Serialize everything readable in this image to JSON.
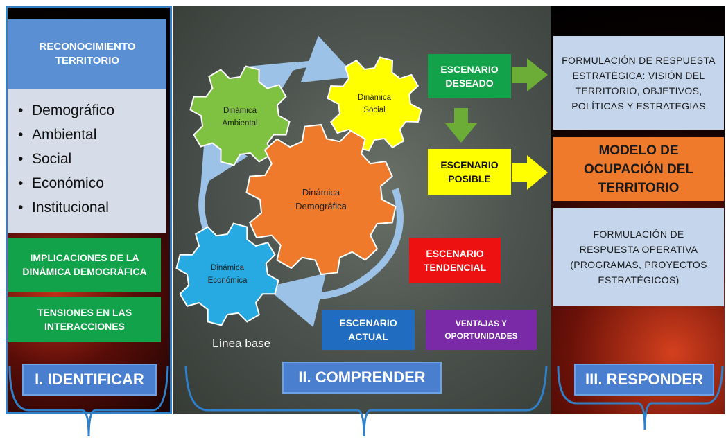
{
  "left": {
    "title": "RECONOCIMIENTO TERRITORIO",
    "items": [
      "Demográfico",
      "Ambiental",
      "Social",
      "Económico",
      "Institucional"
    ],
    "implicaciones": "IMPLICACIONES DE LA DINÁMICA DEMOGRÁFICA",
    "tensiones": "TENSIONES EN LAS INTERACCIONES",
    "step": "I. IDENTIFICAR"
  },
  "center": {
    "gears": {
      "ambiental": [
        "Dinámica",
        "Ambiental"
      ],
      "social": [
        "Dinámica",
        "Social"
      ],
      "demografica": [
        "Dinámica",
        "Demográfica"
      ],
      "economica": [
        "Dinámica",
        "Económica"
      ]
    },
    "escenario_deseado": "ESCENARIO DESEADO",
    "escenario_posible": "ESCENARIO POSIBLE",
    "escenario_tendencial": "ESCENARIO TENDENCIAL",
    "escenario_actual": "ESCENARIO ACTUAL",
    "ventajas": "VENTAJAS Y OPORTUNIDADES",
    "linea_base": "Línea base",
    "step": "II. COMPRENDER"
  },
  "right": {
    "estrategica": "FORMULACIÓN DE RESPUESTA ESTRATÉGICA: VISIÓN DEL TERRITORIO, OBJETIVOS, POLÍTICAS Y ESTRATEGIAS",
    "modelo": "MODELO DE OCUPACIÓN DEL TERRITORIO",
    "operativa": "FORMULACIÓN DE RESPUESTA OPERATIVA (PROGRAMAS, PROYECTOS ESTRATÉGICOS)",
    "step": "III. RESPONDER"
  },
  "colors": {
    "blue": "#5b8fd3",
    "green": "#12a24a",
    "orange": "#f07a2c",
    "yellow": "#ffff00",
    "red": "#ee1111",
    "purple": "#7a2aa6",
    "dark_blue": "#1f6cc0"
  }
}
